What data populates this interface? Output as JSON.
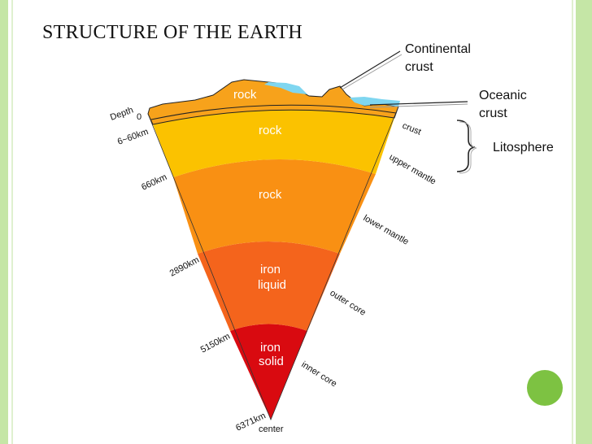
{
  "title": "STRUCTURE OF THE EARTH",
  "layer_labels": {
    "crust_rock": "rock",
    "upper_mantle_rock": "rock",
    "lower_mantle_rock": "rock",
    "outer_core_line1": "iron",
    "outer_core_line2": "liquid",
    "inner_core_line1": "iron",
    "inner_core_line2": "solid"
  },
  "depth_labels": {
    "depth": "Depth",
    "zero": "0",
    "d_6_60": "6~60km",
    "d_660": "660km",
    "d_2890": "2890km",
    "d_5150": "5150km",
    "d_6371": "6371km",
    "center": "center"
  },
  "layer_names": {
    "crust": "crust",
    "upper_mantle": "upper mantle",
    "lower_mantle": "lower mantle",
    "outer_core": "outer core",
    "inner_core": "inner core"
  },
  "callouts": {
    "continental_line1": "Continental",
    "continental_line2": "crust",
    "oceanic_line1": "Oceanic",
    "oceanic_line2": "crust",
    "lithosphere": "Litosphere"
  },
  "colors": {
    "crust": "#f7a21b",
    "ocean": "#7fd6f0",
    "upper_mantle": "#fbc200",
    "lower_mantle": "#f99013",
    "outer_core": "#f4641c",
    "inner_core": "#d90a10",
    "frame_green": "#c5e6a6",
    "dot_green": "#7dc242"
  }
}
